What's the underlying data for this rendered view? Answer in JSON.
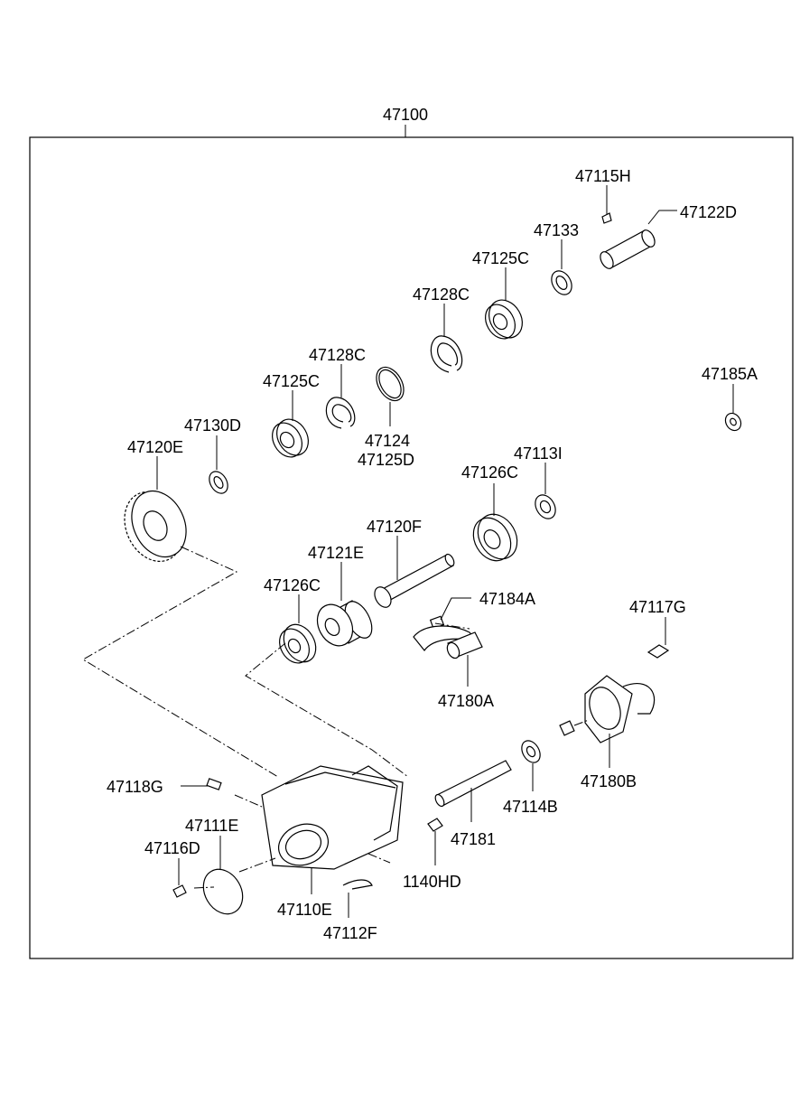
{
  "diagram": {
    "assembly_label": "47100",
    "labels": {
      "p47115H": "47115H",
      "p47122D": "47122D",
      "p47133": "47133",
      "p47125C_top": "47125C",
      "p47128C_top": "47128C",
      "p47185A": "47185A",
      "p47128C_mid": "47128C",
      "p47125C_mid": "47125C",
      "p47124": "47124",
      "p47125D": "47125D",
      "p47130D": "47130D",
      "p47120E": "47120E",
      "p47113I": "47113I",
      "p47126C_top": "47126C",
      "p47120F": "47120F",
      "p47121E": "47121E",
      "p47126C_low": "47126C",
      "p47184A": "47184A",
      "p47117G": "47117G",
      "p47180A": "47180A",
      "p47180B": "47180B",
      "p47118G": "47118G",
      "p47114B": "47114B",
      "p47111E": "47111E",
      "p47181": "47181",
      "p47116D": "47116D",
      "p1140HD": "1140HD",
      "p47110E": "47110E",
      "p47112F": "47112F"
    }
  }
}
